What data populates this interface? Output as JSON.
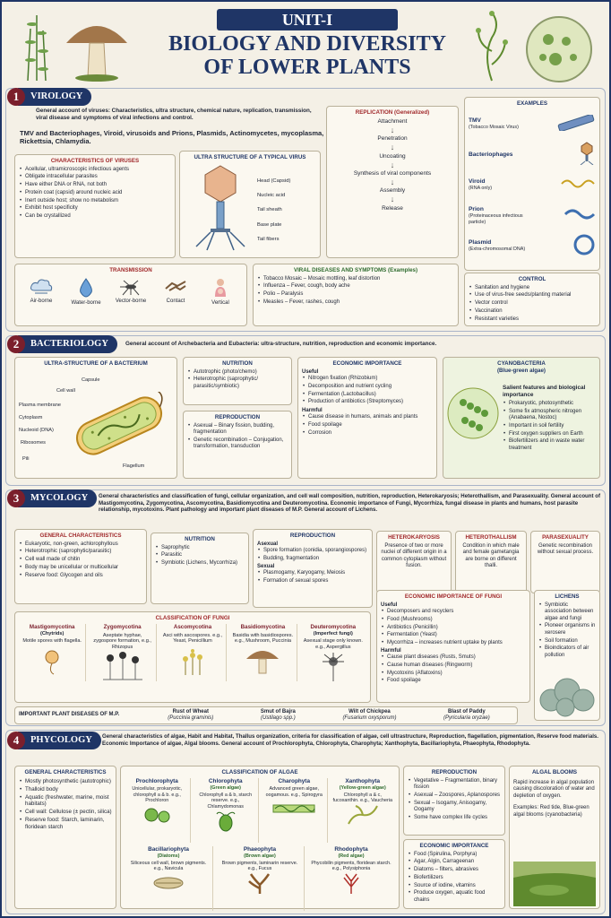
{
  "header": {
    "unit": "UNIT-I",
    "title_line1": "BIOLOGY AND DIVERSITY",
    "title_line2": "OF LOWER PLANTS"
  },
  "virology": {
    "num": "1",
    "name": "VIROLOGY",
    "intro": "General account of viruses: Characteristics, ultra structure, chemical nature, replication, transmission, viral disease and symptoms of viral infections and control.",
    "intro2": "TMV and Bacteriophages, Viroid, virusoids and Prions, Plasmids, Actinomycetes, mycoplasma, Rickettsia, Chlamydia.",
    "char_title": "CHARACTERISTICS OF VIRUSES",
    "chars": [
      "Acellular, ultramicroscopic infectious agents",
      "Obligate intracellular parasites",
      "Have either DNA or RNA, not both",
      "Protein coat (capsid) around nucleic acid",
      "Inert outside host; show no metabolism",
      "Exhibit host specificity",
      "Can be crystallized"
    ],
    "ultra_title": "ULTRA STRUCTURE OF A TYPICAL VIRUS",
    "ultra_labels": [
      "Head (Capsid)",
      "Nucleic acid",
      "Tail sheath",
      "Base plate",
      "Tail fibers"
    ],
    "rep_title": "REPLICATION (Generalized)",
    "rep_steps": [
      "Attachment",
      "Penetration",
      "Uncoating",
      "Synthesis of viral components",
      "Assembly",
      "Release"
    ],
    "ex_title": "EXAMPLES",
    "examples": [
      {
        "name": "TMV",
        "sub": "(Tobacco Mosaic Virus)"
      },
      {
        "name": "Bacteriophages",
        "sub": ""
      },
      {
        "name": "Viroid",
        "sub": "(RNA only)"
      },
      {
        "name": "Prion",
        "sub": "(Proteinaceous infectious particle)"
      },
      {
        "name": "Plasmid",
        "sub": "(Extra-chromosomal DNA)"
      }
    ],
    "trans_title": "TRANSMISSION",
    "trans": [
      "Air-borne",
      "Water-borne",
      "Vector-borne",
      "Contact",
      "Vertical"
    ],
    "dis_title": "VIRAL DISEASES AND SYMPTOMS (Examples)",
    "diseases": [
      "Tobacco Mosaic – Mosaic mottling, leaf distortion",
      "Influenza – Fever, cough, body ache",
      "Polio – Paralysis",
      "Measles – Fever, rashes, cough"
    ],
    "ctrl_title": "CONTROL",
    "control": [
      "Sanitation and hygiene",
      "Use of virus-free seeds/planting material",
      "Vector control",
      "Vaccination",
      "Resistant varieties"
    ]
  },
  "bacteriology": {
    "num": "2",
    "name": "BACTERIOLOGY",
    "intro": "General account of Archebacteria and Eubacteria: ultra-structure, nutrition, reproduction and economic importance.",
    "ultra_title": "ULTRA-STRUCTURE OF A BACTERIUM",
    "labels": [
      "Capsule",
      "Cell wall",
      "Plasma membrane",
      "Cytoplasm",
      "Nucleoid (DNA)",
      "Ribosomes",
      "Pili",
      "Flagellum"
    ],
    "nut_title": "NUTRITION",
    "nutrition": [
      "Autotrophic (photo/chemo)",
      "Heterotrophic (saprophytic/ parasitic/symbiotic)"
    ],
    "rep_title": "REPRODUCTION",
    "reproduction": [
      "Asexual – Binary fission, budding, fragmentation",
      "Genetic recombination – Conjugation, transformation, transduction"
    ],
    "eco_title": "ECONOMIC IMPORTANCE",
    "useful_label": "Useful",
    "useful": [
      "Nitrogen fixation (Rhizobium)",
      "Decomposition and nutrient cycling",
      "Fermentation (Lactobacillus)",
      "Production of antibiotics (Streptomyces)"
    ],
    "harmful_label": "Harmful",
    "harmful": [
      "Cause disease in humans, animals and plants",
      "Food spoilage",
      "Corrosion"
    ],
    "cyano_title": "CYANOBACTERIA",
    "cyano_sub": "(Blue-green algae)",
    "cyano_feat_title": "Salient features and biological importance",
    "cyano": [
      "Prokaryotic, photosynthetic",
      "Some fix atmospheric nitrogen (Anabaena, Nostoc)",
      "Important in soil fertility",
      "First oxygen suppliers on Earth",
      "Biofertilizers and in waste water treatment"
    ]
  },
  "mycology": {
    "num": "3",
    "name": "MYCOLOGY",
    "intro": "General characteristics and classification of fungi, cellular organization, and cell wall composition, nutrition, reproduction, Heterokaryosis; Heterothallism, and Parasexuality. General account of Mastigomycotina, Zygomycotina, Ascomycotina, Basidiomycotina and Deuteromycotina. Economic importance of Fungi, Mycorrhiza, fungal disease in plants and humans, host parasite relationship, mycotoxins. Plant pathology and important plant diseases of M.P. General account of Lichens.",
    "gen_title": "GENERAL CHARACTERISTICS",
    "gen": [
      "Eukaryotic, non-green, achlorophyllous",
      "Heterotrophic (saprophytic/parasitic)",
      "Cell wall made of chitin",
      "Body may be unicellular or multicellular",
      "Reserve food: Glycogen and oils"
    ],
    "nut_title": "NUTRITION",
    "nutrition": [
      "Saprophytic",
      "Parasitic",
      "Symbiotic (Lichens, Mycorrhiza)"
    ],
    "rep_title": "REPRODUCTION",
    "asexual_label": "Asexual",
    "asexual": [
      "Spore formation (conidia, sporangiospores)",
      "Budding, fragmentation"
    ],
    "sexual_label": "Sexual",
    "sexual": [
      "Plasmogamy, Karyogamy, Meiosis",
      "Formation of sexual spores"
    ],
    "hk_title": "HETEROKARYOSIS",
    "hk_text": "Presence of two or more nuclei of different origin in a common cytoplasm without fusion.",
    "ht_title": "HETEROTHALLISM",
    "ht_text": "Condition in which male and female gametangia are borne on different thalli.",
    "ps_title": "PARASEXUALITY",
    "ps_text": "Genetic recombination without sexual process.",
    "class_title": "CLASSIFICATION OF FUNGI",
    "classes": [
      {
        "name": "Mastigomycotina",
        "sub": "(Chytrids)",
        "desc": "Motile spores with flagella."
      },
      {
        "name": "Zygomycotina",
        "sub": "",
        "desc": "Aseptate hyphae, zygospore formation, e.g., Rhizopus"
      },
      {
        "name": "Ascomycotina",
        "sub": "",
        "desc": "Asci with ascospores. e.g., Yeast, Penicillium"
      },
      {
        "name": "Basidiomycotina",
        "sub": "",
        "desc": "Basidia with basidiospores. e.g., Mushroom, Puccinia"
      },
      {
        "name": "Deuteromycotina",
        "sub": "(Imperfect fungi)",
        "desc": "Asexual stage only known. e.g., Aspergillus"
      }
    ],
    "eco_title": "ECONOMIC IMPORTANCE OF FUNGI",
    "useful_label": "Useful",
    "useful": [
      "Decomposers and recyclers",
      "Food (Mushrooms)",
      "Antibiotics (Penicillin)",
      "Fermentation (Yeast)",
      "Mycorrhiza – increases nutrient uptake by plants"
    ],
    "harmful_label": "Harmful",
    "harmful": [
      "Cause plant diseases (Rusts, Smuts)",
      "Cause human diseases (Ringworm)",
      "Mycotoxins (Aflatoxins)",
      "Food spoilage"
    ],
    "lich_title": "LICHENS",
    "lichens": [
      "Symbiotic association between algae and fungi",
      "Pioneer organisms in xerosere",
      "Soil formation",
      "Bioindicators of air pollution"
    ],
    "dis_label": "IMPORTANT PLANT DISEASES OF M.P.",
    "diseases": [
      {
        "name": "Rust of Wheat",
        "sci": "(Puccinia graminis)"
      },
      {
        "name": "Smut of Bajra",
        "sci": "(Ustilago spp.)"
      },
      {
        "name": "Wilt of Chickpea",
        "sci": "(Fusarium oxysporum)"
      },
      {
        "name": "Blast of Paddy",
        "sci": "(Pyricularia oryzae)"
      }
    ]
  },
  "phycology": {
    "num": "4",
    "name": "PHYCOLOGY",
    "intro": "General characteristics of algae, Habit and Habitat, Thallus organization, criteria for classification of algae, cell ultrastructure, Reproduction, flagellation, pigmentation, Reserve food materials. Economic Importance of algae, Algal blooms. General account of Prochlorophyta, Chlorophyta, Charophyta; Xanthophyta, Bacillariophyta, Phaeophyta, Rhodophyta.",
    "gen_title": "GENERAL CHARACTERISTICS",
    "gen": [
      "Mostly photosynthetic (autotrophic)",
      "Thalloid body",
      "Aquatic (freshwater, marine, moist habitats)",
      "Cell wall: Cellulose (± pectin, silica)",
      "Reserve food: Starch, laminarin, floridean starch"
    ],
    "class_title": "CLASSIFICATION OF ALGAE",
    "classes": [
      {
        "name": "Prochlorophyta",
        "sub": "",
        "desc": "Unicellular, prokaryotic, chlorophyll a & b. e.g., Prochloron"
      },
      {
        "name": "Chlorophyta",
        "sub": "(Green algae)",
        "desc": "Chlorophyll a & b, starch reserve. e.g., Chlamydomonas"
      },
      {
        "name": "Charophyta",
        "sub": "",
        "desc": "Advanced green algae, oogamous. e.g., Spirogyra"
      },
      {
        "name": "Xanthophyta",
        "sub": "(Yellow-green algae)",
        "desc": "Chlorophyll a & c, fucoxanthin. e.g., Vaucheria"
      },
      {
        "name": "Bacillariophyta",
        "sub": "(Diatoms)",
        "desc": "Siliceous cell wall, brown pigments. e.g., Navicula"
      },
      {
        "name": "Phaeophyta",
        "sub": "(Brown algae)",
        "desc": "Brown pigments, laminarin reserve. e.g., Fucus"
      },
      {
        "name": "Rhodophyta",
        "sub": "(Red algae)",
        "desc": "Phycobilin pigments, floridean starch. e.g., Polysiphonia"
      }
    ],
    "rep_title": "REPRODUCTION",
    "reproduction": [
      "Vegetative – Fragmentation, binary fission",
      "Asexual – Zoospores, Aplanospores",
      "Sexual – Isogamy, Anisogamy, Oogamy",
      "Some have complex life cycles"
    ],
    "eco_title": "ECONOMIC IMPORTANCE",
    "eco": [
      "Food (Spirulina, Porphyra)",
      "Agar, Algin, Carrageenan",
      "Diatoms – filters, abrasives",
      "Biofertilizers",
      "Source of iodine, vitamins",
      "Produce oxygen, aquatic food chains"
    ],
    "bloom_title": "ALGAL BLOOMS",
    "bloom_text": "Rapid increase in algal population causing discoloration of water and depletion of oxygen.",
    "bloom_ex": "Examples: Red tide, Blue-green algal blooms (cyanobacteria)"
  },
  "colors": {
    "navy": "#1f3566",
    "maroon": "#7b1f2c",
    "green": "#2e6b2e",
    "paper": "#f4f0e6"
  }
}
